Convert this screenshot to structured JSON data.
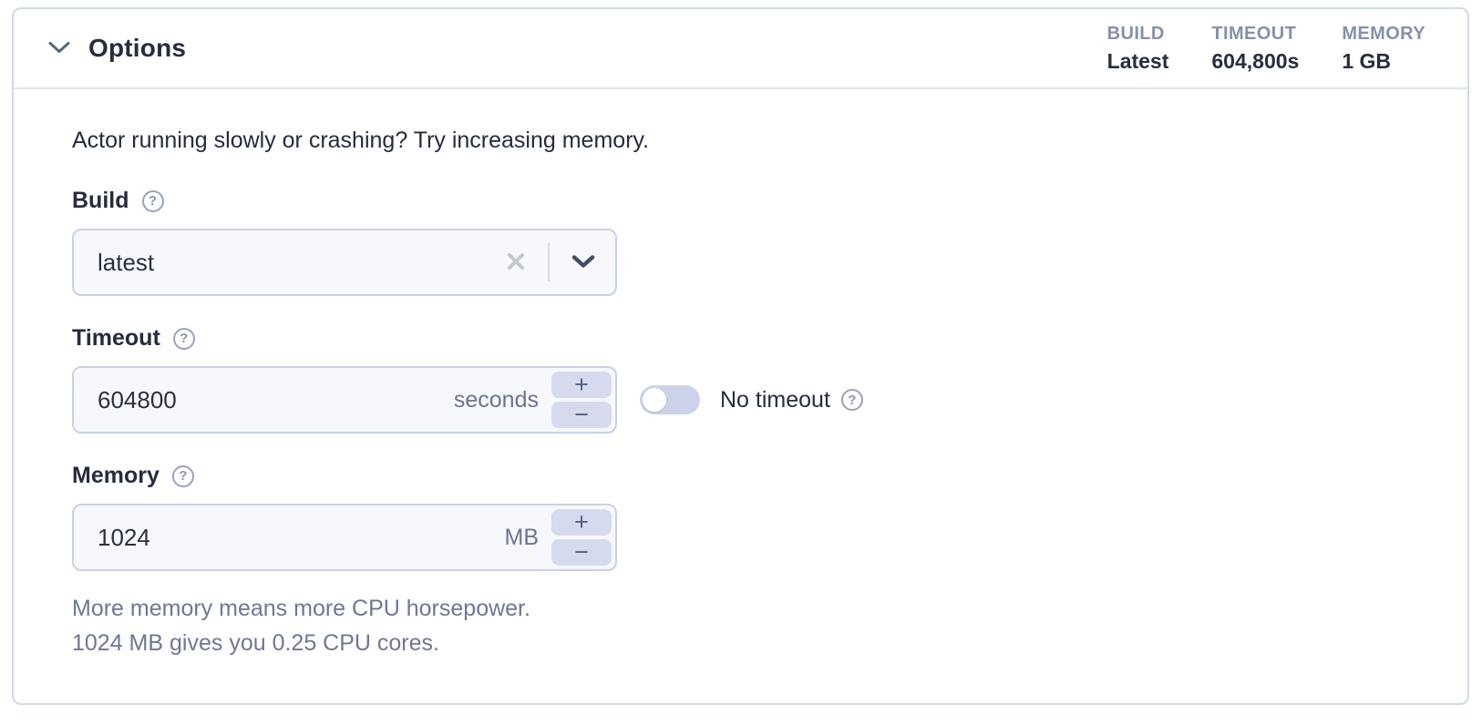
{
  "panel": {
    "title": "Options",
    "summary": [
      {
        "label": "BUILD",
        "value": "Latest"
      },
      {
        "label": "TIMEOUT",
        "value": "604,800s"
      },
      {
        "label": "MEMORY",
        "value": "1 GB"
      }
    ],
    "intro": "Actor running slowly or crashing? Try increasing memory."
  },
  "fields": {
    "build": {
      "label": "Build",
      "value": "latest"
    },
    "timeout": {
      "label": "Timeout",
      "value": "604800",
      "unit": "seconds",
      "toggle_label": "No timeout"
    },
    "memory": {
      "label": "Memory",
      "value": "1024",
      "unit": "MB",
      "help_line1": "More memory means more CPU horsepower.",
      "help_line2": "1024 MB gives you 0.25 CPU cores."
    }
  },
  "controls": {
    "plus_glyph": "+",
    "minus_glyph": "−",
    "help_glyph": "?"
  },
  "colors": {
    "panel_border": "#d3d9ec",
    "header_divider": "#e0e4ee",
    "text_primary": "#272d3f",
    "text_muted": "#6e7795",
    "summary_label": "#8590ab",
    "input_bg": "#f7f8fc",
    "input_border": "#c9d1e8",
    "unit_text": "#6b7492",
    "stepper_bg": "#d6daef",
    "toggle_bg": "#ccd2e9",
    "icon_muted": "#99a2bf",
    "clear_icon": "#c3c7d2",
    "chevron_dark": "#454d66"
  }
}
